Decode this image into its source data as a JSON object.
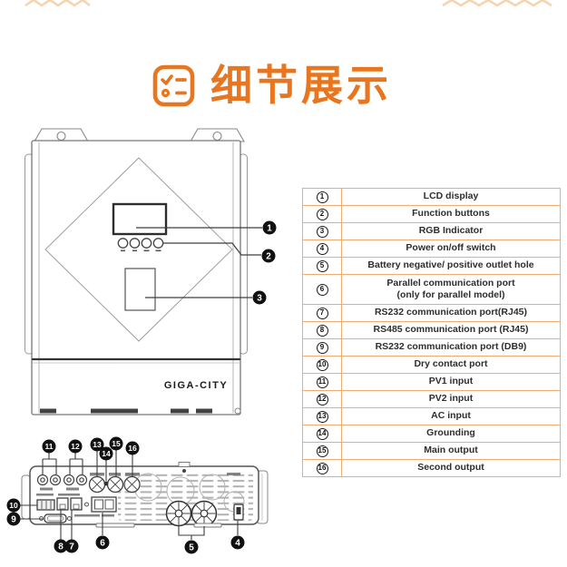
{
  "header": {
    "icon": "checklist-icon",
    "title": "细节展示"
  },
  "device": {
    "brand": "GIGA-CITY"
  },
  "callouts": {
    "c1": "1",
    "c2": "2",
    "c3": "3",
    "c4": "4",
    "c5": "5",
    "c6": "6",
    "c7": "7",
    "c8": "8",
    "c9": "9",
    "c10": "10",
    "c11": "11",
    "c12": "12",
    "c13": "13",
    "c14": "14",
    "c15": "15",
    "c16": "16"
  },
  "parts_table": {
    "rows": [
      {
        "num": "1",
        "label": "LCD display"
      },
      {
        "num": "2",
        "label": "Function buttons"
      },
      {
        "num": "3",
        "label": "RGB Indicator"
      },
      {
        "num": "4",
        "label": "Power on/off switch"
      },
      {
        "num": "5",
        "label": "Battery negative/ positive outlet hole"
      },
      {
        "num": "6",
        "label": "Parallel communication port",
        "label2": "(only for parallel model)"
      },
      {
        "num": "7",
        "label": "RS232 communication port(RJ45)"
      },
      {
        "num": "8",
        "label": "RS485 communication port (RJ45)"
      },
      {
        "num": "9",
        "label": "RS232 communication port (DB9)"
      },
      {
        "num": "10",
        "label": "Dry contact port"
      },
      {
        "num": "11",
        "label": "PV1 input"
      },
      {
        "num": "12",
        "label": "PV2 input"
      },
      {
        "num": "13",
        "label": "AC input"
      },
      {
        "num": "14",
        "label": "Grounding"
      },
      {
        "num": "15",
        "label": "Main output"
      },
      {
        "num": "16",
        "label": "Second output"
      }
    ]
  },
  "colors": {
    "accent": "#E8751F",
    "table_border": "#F0AC73",
    "drawing_line": "#555555"
  }
}
